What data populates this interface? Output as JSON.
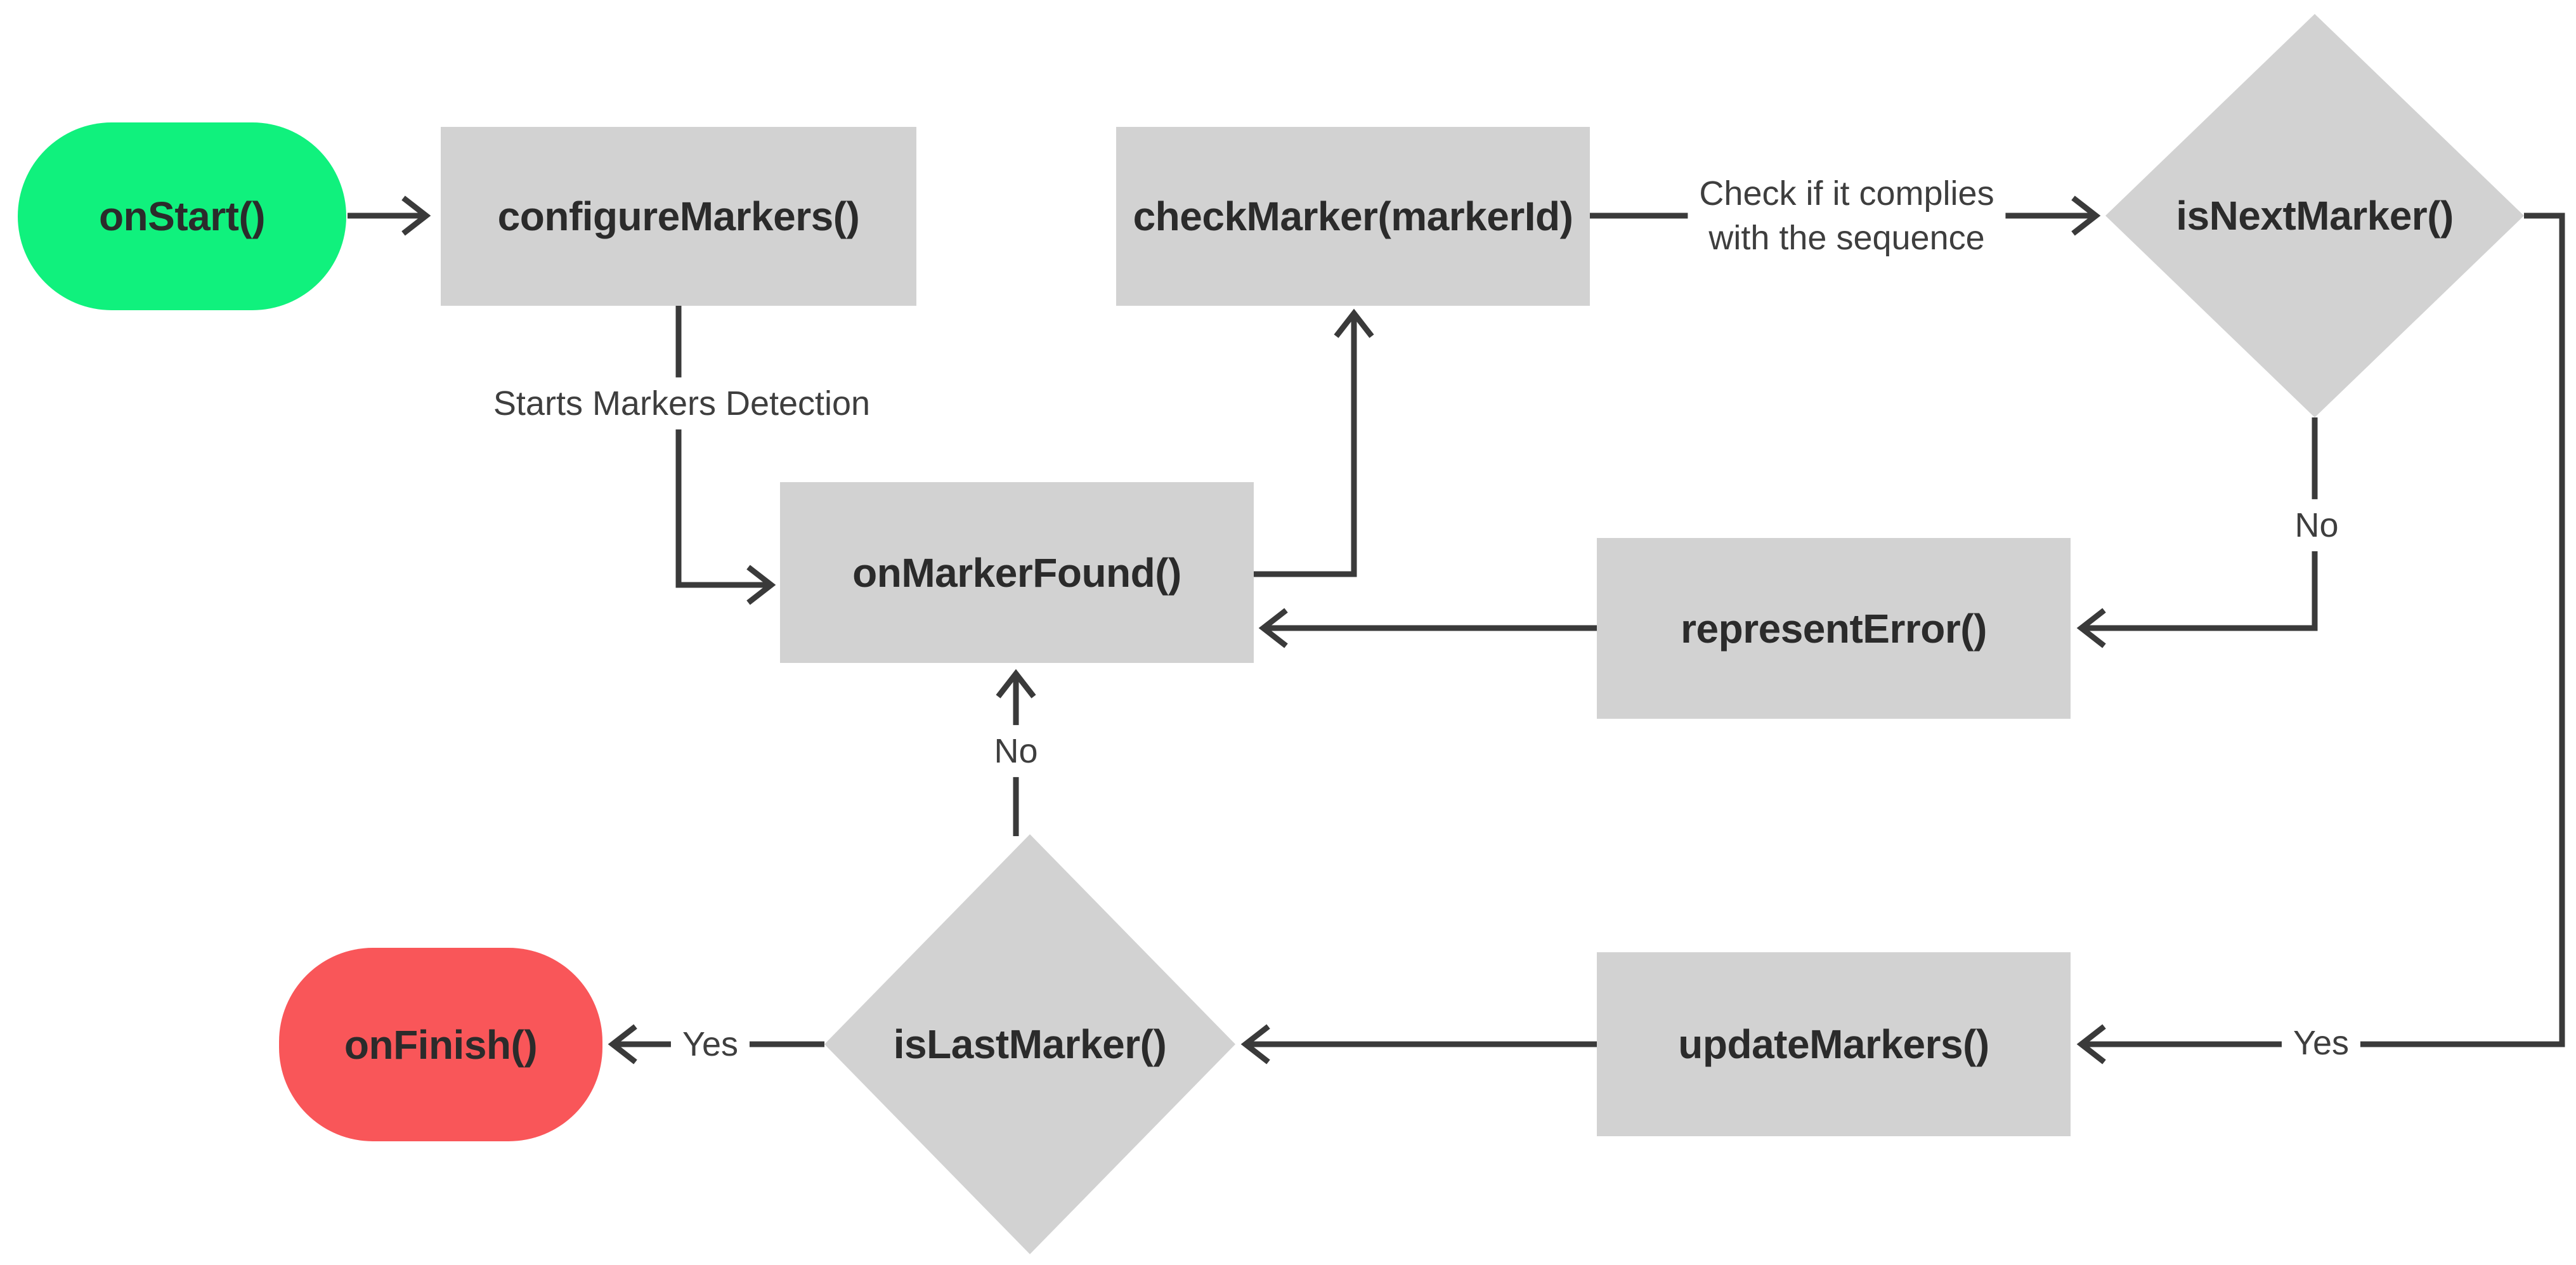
{
  "diagram_type": "flowchart",
  "colors": {
    "start_fill": "#10F17D",
    "finish_fill": "#F95659",
    "process_fill": "#D2D2D2",
    "line": "#3A3A3A",
    "node_text": "#2B2B2B",
    "label_text": "#3E3E3E",
    "background": "#FFFFFF"
  },
  "nodes": {
    "on_start": {
      "label": "onStart()",
      "type": "start-terminal"
    },
    "configure_markers": {
      "label": "configureMarkers()",
      "type": "process"
    },
    "check_marker": {
      "label": "checkMarker(markerId)",
      "type": "process"
    },
    "is_next_marker": {
      "label": "isNextMarker()",
      "type": "decision"
    },
    "on_marker_found": {
      "label": "onMarkerFound()",
      "type": "process"
    },
    "represent_error": {
      "label": "representError()",
      "type": "process"
    },
    "update_markers": {
      "label": "updateMarkers()",
      "type": "process"
    },
    "is_last_marker": {
      "label": "isLastMarker()",
      "type": "decision"
    },
    "on_finish": {
      "label": "onFinish()",
      "type": "end-terminal"
    }
  },
  "edge_labels": {
    "starts_detection": "Starts Markers Detection",
    "check_complies_line1": "Check if it complies",
    "check_complies_line2": "with the sequence",
    "no_next": "No",
    "no_last": "No",
    "yes_finish": "Yes",
    "yes_update": "Yes"
  },
  "edges": [
    {
      "from": "onStart()",
      "to": "configureMarkers()",
      "label": ""
    },
    {
      "from": "configureMarkers()",
      "to": "onMarkerFound()",
      "label": "Starts Markers Detection"
    },
    {
      "from": "onMarkerFound()",
      "to": "checkMarker(markerId)",
      "label": ""
    },
    {
      "from": "checkMarker(markerId)",
      "to": "isNextMarker()",
      "label": "Check if it complies with the sequence"
    },
    {
      "from": "isNextMarker()",
      "to": "representError()",
      "label": "No"
    },
    {
      "from": "representError()",
      "to": "onMarkerFound()",
      "label": ""
    },
    {
      "from": "isNextMarker()",
      "to": "updateMarkers()",
      "label": "Yes"
    },
    {
      "from": "updateMarkers()",
      "to": "isLastMarker()",
      "label": ""
    },
    {
      "from": "isLastMarker()",
      "to": "onFinish()",
      "label": "Yes"
    },
    {
      "from": "isLastMarker()",
      "to": "onMarkerFound()",
      "label": "No"
    }
  ]
}
